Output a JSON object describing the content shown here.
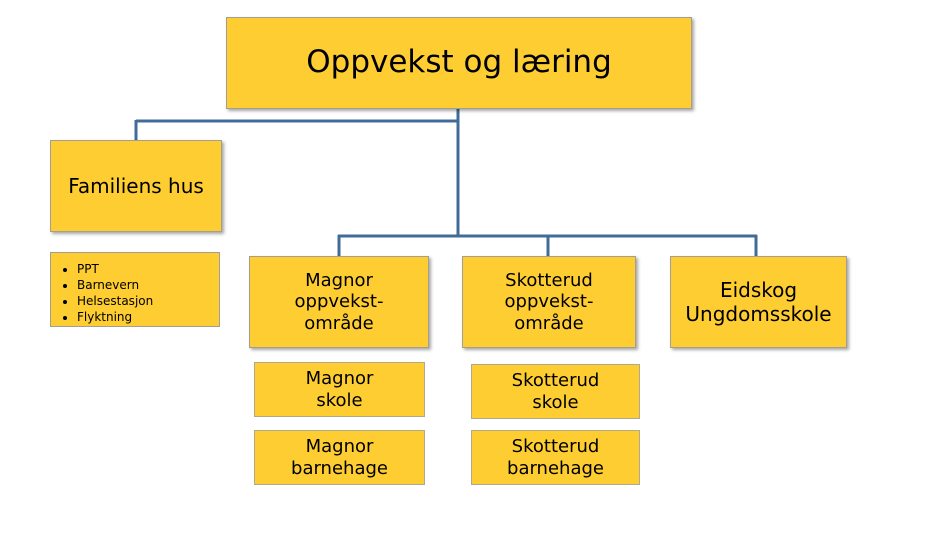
{
  "diagram": {
    "root": {
      "label": "Oppvekst og læring"
    },
    "familiens_hus": {
      "label": "Familiens hus",
      "services": [
        "PPT",
        "Barnevern",
        "Helsestasjon",
        "Flyktning"
      ]
    },
    "units": [
      {
        "label": "Magnor\noppvekst-\nområde"
      },
      {
        "label": "Skotterud\noppvekst-\nområde"
      },
      {
        "label": "Eidskog\nUngdomsskole"
      }
    ],
    "magnor_children": [
      {
        "label": "Magnor\nskole"
      },
      {
        "label": "Magnor\nbarnehage"
      }
    ],
    "skotterud_children": [
      {
        "label": "Skotterud\nskole"
      },
      {
        "label": "Skotterud\nbarnehage"
      }
    ]
  },
  "colors": {
    "box_fill": "#fdcd32",
    "connector": "#416c9a"
  }
}
